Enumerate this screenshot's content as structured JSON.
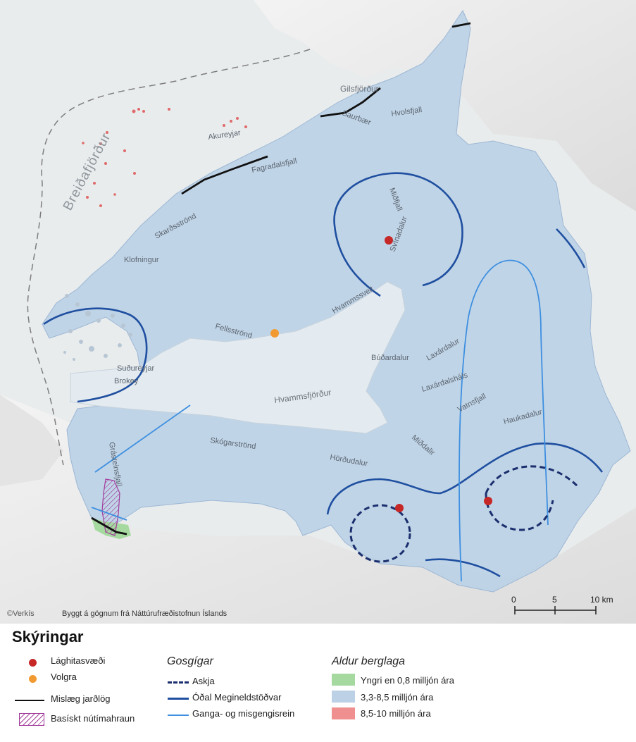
{
  "map": {
    "place_labels": {
      "gilsfjordur": "Gilsfjörður",
      "saurbaer": "Saurbær",
      "hvolsfjall": "Hvolsfjall",
      "akureyjar": "Akureyjar",
      "breidafjordur": "Breiðafjörður",
      "fagradalsfjall": "Fagradalsfjall",
      "skardsstrond": "Skarðsströnd",
      "midfjall": "Miðfjall",
      "svinadalur": "Svínadalur",
      "klofningur": "Klofningur",
      "hvammssveit": "Hvammssveit",
      "fellsstrond": "Fellsströnd",
      "budardalur": "Búðardalur",
      "laxardalur": "Laxárdalur",
      "laxardalshals": "Laxárdalsháls",
      "sudureyjar": "Suðureyjar",
      "brokey": "Brokey",
      "hvammsfjordur": "Hvammsfjörður",
      "vatnsfjall": "Vatnsfjall",
      "haukadalur": "Haukadalur",
      "skogarstrond": "Skógarströnd",
      "midalir": "Miðdalir",
      "hordudalur": "Hörðudalur",
      "grasteinsfjall": "Grásteinsfjall"
    },
    "credit": "©Verkís",
    "source": "Byggt á gögnum frá Náttúrufræðistofnun Íslands",
    "scale": {
      "ticks": [
        "0",
        "5",
        "10 km"
      ]
    }
  },
  "legend": {
    "title": "Skýringar",
    "point_items": [
      {
        "label": "Lághitasvæði",
        "color": "#c62828",
        "icon": "red-dot"
      },
      {
        "label": "Volgra",
        "color": "#f29a32",
        "icon": "orange-dot"
      }
    ],
    "line_items": [
      {
        "label": "Mislæg jarðlög",
        "color": "#111111"
      },
      {
        "label": "Basískt nútímahraun",
        "color": "#a23c9b",
        "icon": "hatched-box"
      }
    ],
    "gosgigar": {
      "heading": "Gosgígar",
      "items": [
        {
          "label": "Askja",
          "color": "#1b2f6e",
          "style": "dashed"
        },
        {
          "label": "Óðal Megineldstöðvar",
          "color": "#1f4fa0",
          "style": "solid"
        },
        {
          "label": "Ganga- og misgengisrein",
          "color": "#3d8fe0",
          "style": "thin"
        }
      ]
    },
    "aldur": {
      "heading": "Aldur berglaga",
      "items": [
        {
          "label": "Yngri en 0,8 milljón ára",
          "color": "#a6d9a0"
        },
        {
          "label": "3,3-8,5 milljón ára",
          "color": "#bcd1e6"
        },
        {
          "label": "8,5-10 milljón ára",
          "color": "#ef8f8f"
        }
      ]
    }
  }
}
